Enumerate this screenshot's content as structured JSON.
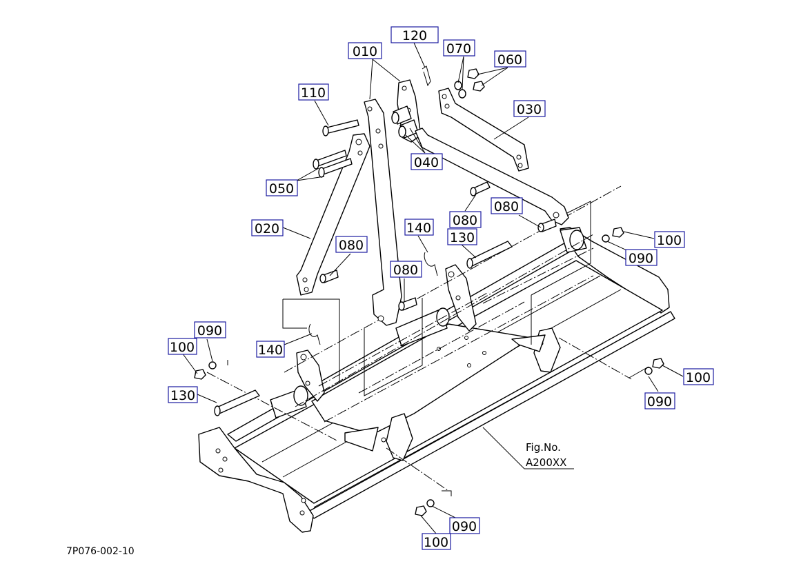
{
  "figure": {
    "drawing_code": "7P076-002-10",
    "fig_label": "Fig.No.",
    "fig_number": "A200XX"
  },
  "callouts": [
    {
      "id": "c120",
      "label": "120"
    },
    {
      "id": "c010",
      "label": "010"
    },
    {
      "id": "c070",
      "label": "070"
    },
    {
      "id": "c060",
      "label": "060"
    },
    {
      "id": "c110",
      "label": "110"
    },
    {
      "id": "c030",
      "label": "030"
    },
    {
      "id": "c040",
      "label": "040"
    },
    {
      "id": "c050",
      "label": "050"
    },
    {
      "id": "c080a",
      "label": "080"
    },
    {
      "id": "c080b",
      "label": "080"
    },
    {
      "id": "c020",
      "label": "020"
    },
    {
      "id": "c140a",
      "label": "140"
    },
    {
      "id": "c130a",
      "label": "130"
    },
    {
      "id": "c100a",
      "label": "100"
    },
    {
      "id": "c080c",
      "label": "080"
    },
    {
      "id": "c090a",
      "label": "090"
    },
    {
      "id": "c080d",
      "label": "080"
    },
    {
      "id": "c090b",
      "label": "090"
    },
    {
      "id": "c100b",
      "label": "100"
    },
    {
      "id": "c140b",
      "label": "140"
    },
    {
      "id": "c100c",
      "label": "100"
    },
    {
      "id": "c130b",
      "label": "130"
    },
    {
      "id": "c090c",
      "label": "090"
    },
    {
      "id": "c090d",
      "label": "090"
    },
    {
      "id": "c100d",
      "label": "100"
    }
  ]
}
